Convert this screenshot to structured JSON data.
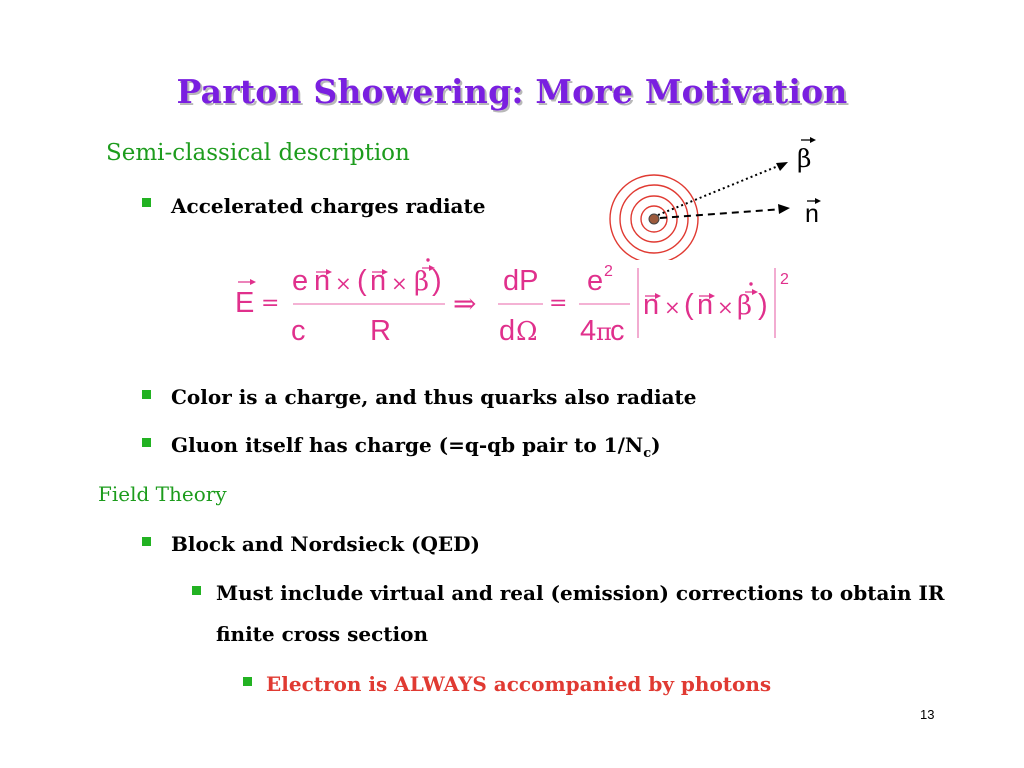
{
  "slide": {
    "title": "Parton Showering: More Motivation",
    "sections": {
      "semi_classical": "Semi-classical description",
      "field_theory": "Field Theory"
    },
    "bullets": {
      "accelerated": "Accelerated charges radiate",
      "color_charge": "Color is a charge, and thus quarks also radiate",
      "gluon_prefix": "Gluon itself has charge (=q-qb pair to 1/N",
      "gluon_sub": "c",
      "gluon_suffix": ")",
      "block": "Block and Nordsieck (QED)",
      "must_line1": "Must include virtual and real (emission) corrections to obtain IR",
      "must_line2": "finite cross section",
      "electron": "Electron is ALWAYS accompanied by photons"
    },
    "diagram": {
      "beta": "β",
      "n": "n"
    },
    "equation": {
      "E": "E",
      "eq": "=",
      "e": "e",
      "n": "n",
      "times": "×",
      "lp": "(",
      "rp": ")",
      "beta": "β",
      "c": "c",
      "R": "R",
      "implies": "⇒",
      "dP": "dP",
      "d": "d",
      "Omega": "Ω",
      "four": "4",
      "pi": "π",
      "sq": "2"
    },
    "page_number": "13",
    "colors": {
      "title": "#7a1fe0",
      "heading": "#1d9c1d",
      "bullet": "#22b222",
      "equation": "#e0308c",
      "highlight": "#e03a32"
    }
  }
}
